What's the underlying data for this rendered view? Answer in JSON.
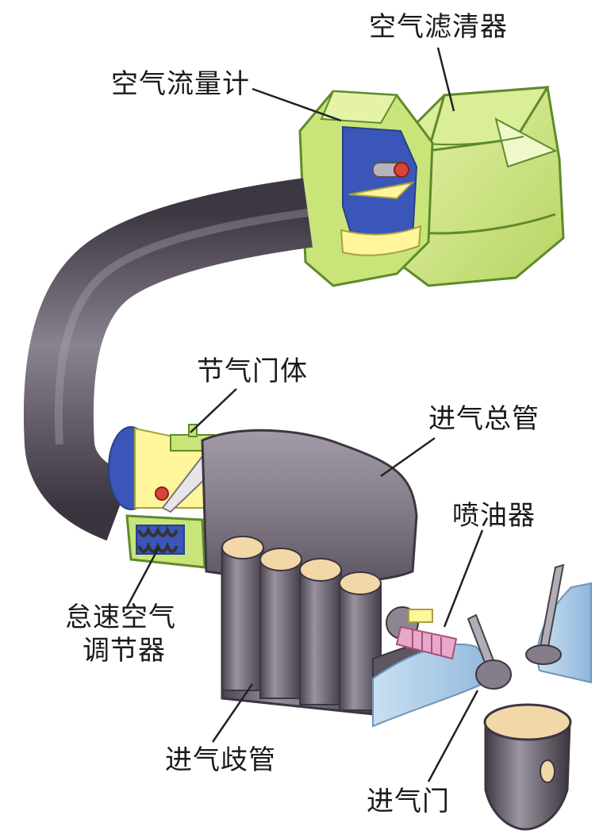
{
  "labels": {
    "air_filter": "空气滤清器",
    "air_flow_meter": "空气流量计",
    "throttle_body": "节气门体",
    "intake_manifold_main": "进气总管",
    "injector": "喷油器",
    "idle_air_regulator_line1": "怠速空气",
    "idle_air_regulator_line2": "调节器",
    "intake_branch_pipe": "进气歧管",
    "intake_valve": "进气门"
  },
  "colors": {
    "pipe": "#5e5663",
    "housing_green": "#c9e57a",
    "housing_edge": "#5f8a2c",
    "meter_blue": "#3a56b8",
    "yellow": "#fff59a",
    "port_blue": "#a9cbe6",
    "injector_pink": "#e7a8c9",
    "piston_top": "#f2d8a8",
    "leader": "#222222"
  }
}
